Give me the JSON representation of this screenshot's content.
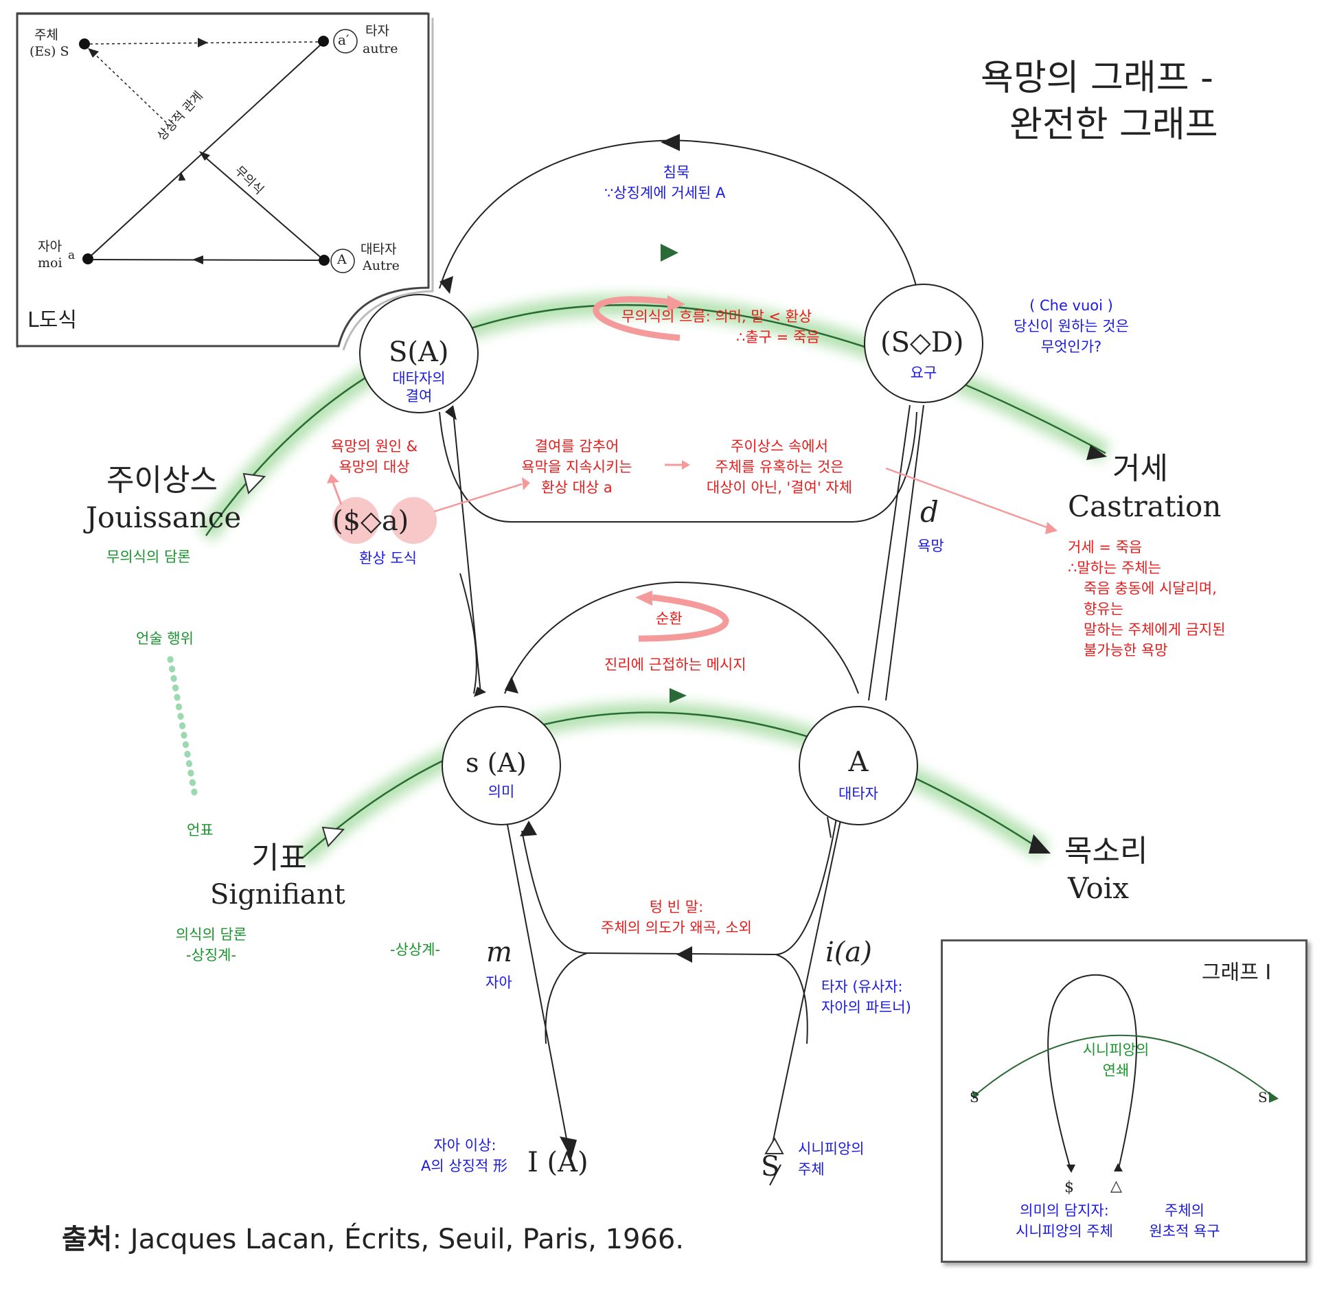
{
  "title": {
    "line1": "욕망의 그래프 -",
    "line2": "완전한 그래프"
  },
  "source": {
    "prefix": "출처",
    "text": ": Jacques Lacan, Écrits, Seuil, Paris, 1966."
  },
  "schema_l": {
    "caption": "L도식",
    "subject_ko": "주체",
    "subject_fr": "(Es) S",
    "other_ko": "타자",
    "other_fr": "autre",
    "ego_ko": "자아",
    "ego_fr": "moi",
    "ego_letter": "a",
    "big_other_ko": "대타자",
    "big_other_fr": "Autre",
    "node_a_prime": "a′",
    "node_A": "A",
    "imaginary_relation": "상상적 관계",
    "unconscious": "무의식"
  },
  "top_loop": {
    "silence": "침묵",
    "castrated": "∵상징계에 거세된 A",
    "flow_line1": "무의식의 흐름: 의미, 말 < 환상",
    "flow_line2": "∴출구 = 죽음"
  },
  "nodes": {
    "s_barA": {
      "symbol": "S(A)",
      "label_line1": "대타자의",
      "label_line2": "결여"
    },
    "s_D": {
      "symbol": "(S◇D)",
      "label": "요구"
    },
    "s_A": {
      "symbol": "s (A)",
      "label": "의미"
    },
    "A": {
      "symbol": "A",
      "label": "대타자"
    }
  },
  "che_vuoi": {
    "line1": "( Che vuoi )",
    "line2": "당신이 원하는 것은",
    "line3": "무엇인가?"
  },
  "jouissance": {
    "ko": "주이상스",
    "fr": "Jouissance",
    "discourse": "무의식의 담론"
  },
  "castration": {
    "ko": "거세",
    "fr": "Castration",
    "note": [
      "거세 = 죽음",
      "∴말하는 주체는",
      "죽음 충동에 시달리며,",
      "향유는",
      "말하는 주체에게 금지된",
      "불가능한 욕망"
    ]
  },
  "fantasy": {
    "formula": "($◇a)",
    "label": "환상 도식",
    "cause_line1": "욕망의 원인 &",
    "cause_line2": "욕망의 대상",
    "hide_lines": [
      "결여를 감추어",
      "욕막을 지속시키는",
      "환상 대상 a"
    ],
    "seduce_lines": [
      "주이상스 속에서",
      "주체를 유혹하는 것은",
      "대상이 아닌, '결여' 자체"
    ]
  },
  "desire": {
    "symbol": "d",
    "label": "욕망"
  },
  "circuit": {
    "label": "순환",
    "message": "진리에 근접하는 메시지"
  },
  "enunciation": {
    "act": "언술 행위",
    "statement": "언표"
  },
  "signifiant": {
    "ko": "기표",
    "fr": "Signifiant",
    "discourse_line1": "의식의 담론",
    "discourse_line2": "-상징계-"
  },
  "voix": {
    "ko": "목소리",
    "fr": "Voix"
  },
  "empty_speech": {
    "line1": "텅 빈 말:",
    "line2": "주체의 의도가 왜곡, 소외"
  },
  "imaginary": {
    "label": "-상상계-"
  },
  "ego": {
    "symbol": "m",
    "label": "자아"
  },
  "other_small": {
    "symbol": "i(a)",
    "label_line1": "타자 (유사자:",
    "label_line2": "자아의 파트너)"
  },
  "ideal": {
    "label_line1": "자아 이상:",
    "label_line2": "A의 상징적 形",
    "symbol": "I (A)"
  },
  "barred_subject": {
    "symbol": "S",
    "label_line1": "시니피앙의",
    "label_line2": "주체"
  },
  "graph1": {
    "title": "그래프 I",
    "chain_line1": "시니피앙의",
    "chain_line2": "연쇄",
    "s_left": "S",
    "s_right": "S′",
    "bottom_left_symbol": "$",
    "bottom_right_symbol": "△",
    "left_line1": "의미의 담지자:",
    "left_line2": "시니피앙의 주체",
    "right_line1": "주체의",
    "right_line2": "원초적 욕구"
  }
}
